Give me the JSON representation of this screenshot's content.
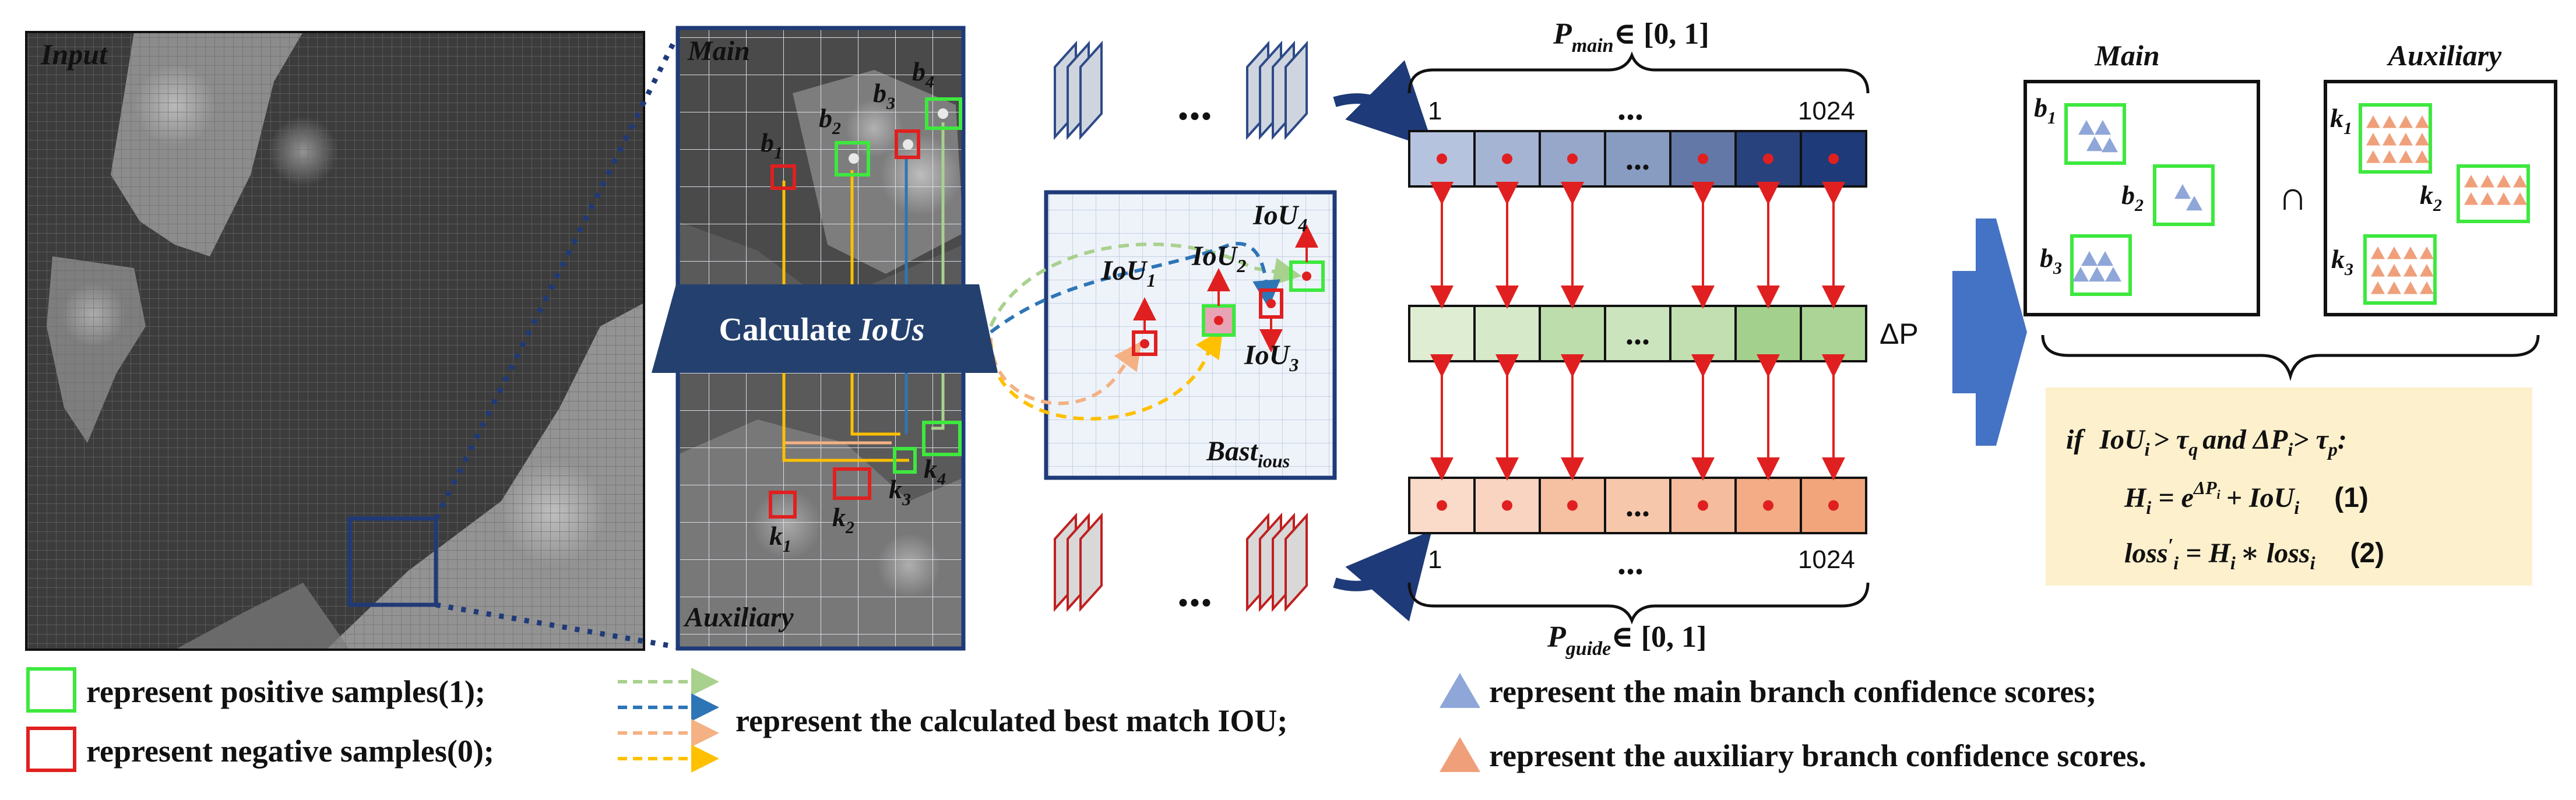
{
  "colors": {
    "positive": "#3ee83e",
    "negative": "#e02020",
    "main_dark": "#1f3a78",
    "main_light": "#c9d6ec",
    "delta_light": "#e6f1dc",
    "delta_dark": "#9ccd84",
    "aux_light": "#fbe5d8",
    "aux_dark": "#f1a276",
    "arrow_blue": "#3d68c4",
    "calc_badge": "#24406e",
    "formula_bg": "#fdf0cc",
    "main_tri": "#8fa6d8",
    "aux_tri": "#efa07a"
  },
  "input_panel": {
    "label": "Input"
  },
  "zoom_panel": {
    "top_label": "Main",
    "bottom_label": "Auxiliary",
    "main_boxes": [
      {
        "letter": "b",
        "index": "1"
      },
      {
        "letter": "b",
        "index": "2"
      },
      {
        "letter": "b",
        "index": "3"
      },
      {
        "letter": "b",
        "index": "4"
      }
    ],
    "aux_boxes": [
      {
        "letter": "k",
        "index": "1"
      },
      {
        "letter": "k",
        "index": "2"
      },
      {
        "letter": "k",
        "index": "3"
      },
      {
        "letter": "k",
        "index": "4"
      }
    ]
  },
  "calc_badge": {
    "text": "Calculate ",
    "italic": "IoUs"
  },
  "iou_panel": {
    "labels": [
      {
        "base": "IoU",
        "sub": "1"
      },
      {
        "base": "IoU",
        "sub": "2"
      },
      {
        "base": "IoU",
        "sub": "3"
      },
      {
        "base": "IoU",
        "sub": "4"
      }
    ],
    "caption_base": "Bast",
    "caption_sub": "ious"
  },
  "p_main": {
    "symbol": "P",
    "sub": "main",
    "range": "∈ [0, 1]",
    "start": "1",
    "end": "1024",
    "dots": "...",
    "shades": [
      0.12,
      0.22,
      0.3,
      0.38,
      0.6,
      0.95,
      1.0
    ]
  },
  "delta_p": {
    "label": "ΔP",
    "dots": "...",
    "shades": [
      0.1,
      0.22,
      0.55,
      0.35,
      0.5,
      0.9,
      0.8
    ]
  },
  "p_guide": {
    "symbol": "P",
    "sub": "guide",
    "range": "∈ [0, 1]",
    "start": "1",
    "end": "1024",
    "dots": "...",
    "shades": [
      0.15,
      0.25,
      0.55,
      0.45,
      0.6,
      0.85,
      0.95
    ]
  },
  "main_box": {
    "title": "Main",
    "items": [
      {
        "letter": "b",
        "index": "1"
      },
      {
        "letter": "b",
        "index": "2"
      },
      {
        "letter": "b",
        "index": "3"
      }
    ]
  },
  "aux_box": {
    "title": "Auxiliary",
    "items": [
      {
        "letter": "k",
        "index": "1"
      },
      {
        "letter": "k",
        "index": "2"
      },
      {
        "letter": "k",
        "index": "3"
      }
    ]
  },
  "intersect_symbol": "∩",
  "formula": {
    "line1_parts": [
      "if",
      "IoU",
      "i",
      "> τ",
      "q",
      "and ΔP",
      "i",
      "> τ",
      "p",
      ":"
    ],
    "line2": {
      "lhs": "H",
      "lhs_sub": "i",
      "eq": "= e",
      "exp": "ΔP",
      "exp_sub": "i",
      "rhs": "+ IoU",
      "rhs_sub": "i",
      "num": "(1)"
    },
    "line3": {
      "lhs": "loss",
      "prime": "′",
      "lhs_sub": "i",
      "eq": "= H",
      "mid_sub": "i",
      "rhs": "∗ loss",
      "rhs_sub": "i",
      "num": "(2)"
    }
  },
  "legend": {
    "positive": "represent positive samples(1);",
    "negative": "represent negative samples(0);",
    "iou": "represent the calculated best match IOU;",
    "main_tri": "represent the main branch confidence scores;",
    "aux_tri": "represent the auxiliary branch confidence scores.",
    "arrow_colors": [
      "#a9d18e",
      "#2e75b6",
      "#f4b183",
      "#ffc000"
    ]
  }
}
